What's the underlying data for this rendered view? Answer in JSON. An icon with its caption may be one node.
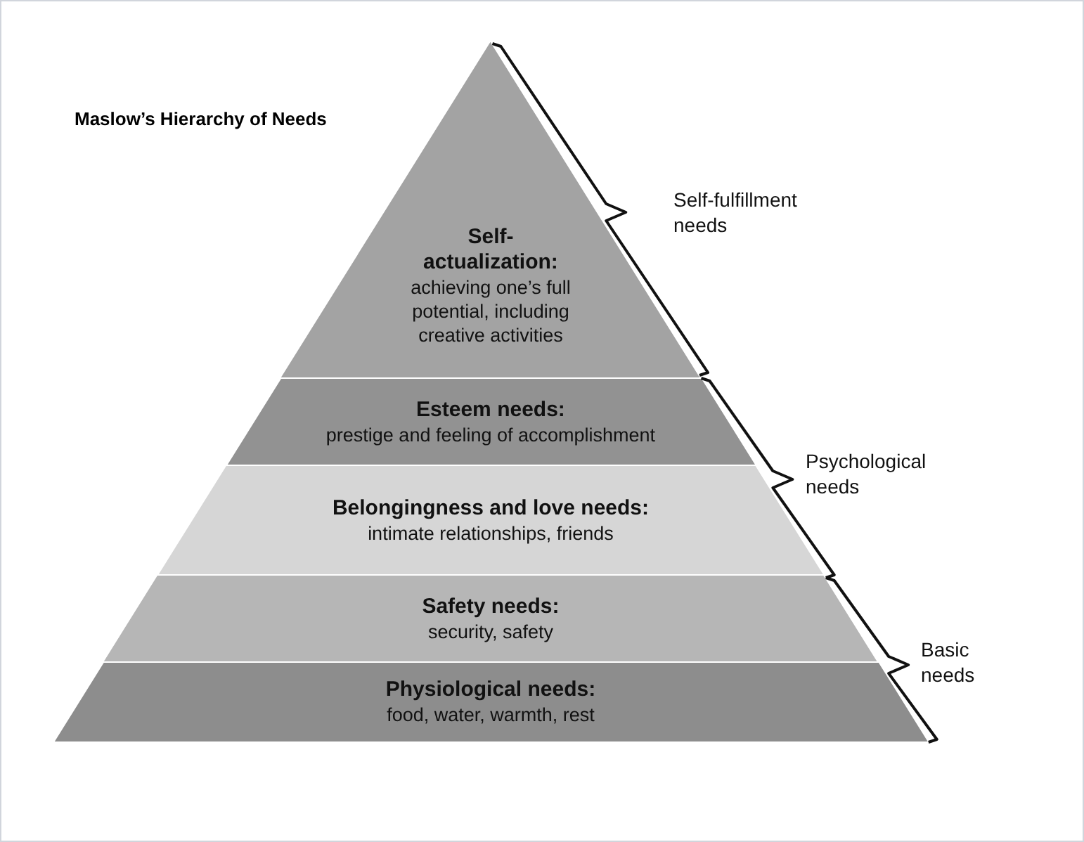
{
  "diagram": {
    "title": "Maslow’s Hierarchy of Needs",
    "nodes": [
      {
        "text": [
          "Self-actualization:",
          "achieving one’s full potential, including creative activities"
        ]
      },
      {
        "text": [
          "Esteem needs:",
          "prestige and feeling of accomplishment"
        ]
      },
      {
        "text": [
          "Belongingness and love needs:",
          "intimate relationships, friends"
        ]
      },
      {
        "text": [
          "Safety needs:",
          "security, safety"
        ]
      },
      {
        "text": [
          "Physiological needs:",
          "food, water, warmth, rest"
        ]
      }
    ],
    "labels": [
      "Self-fulfillment needs",
      "Psychological needs",
      "Basic needs"
    ]
  }
}
